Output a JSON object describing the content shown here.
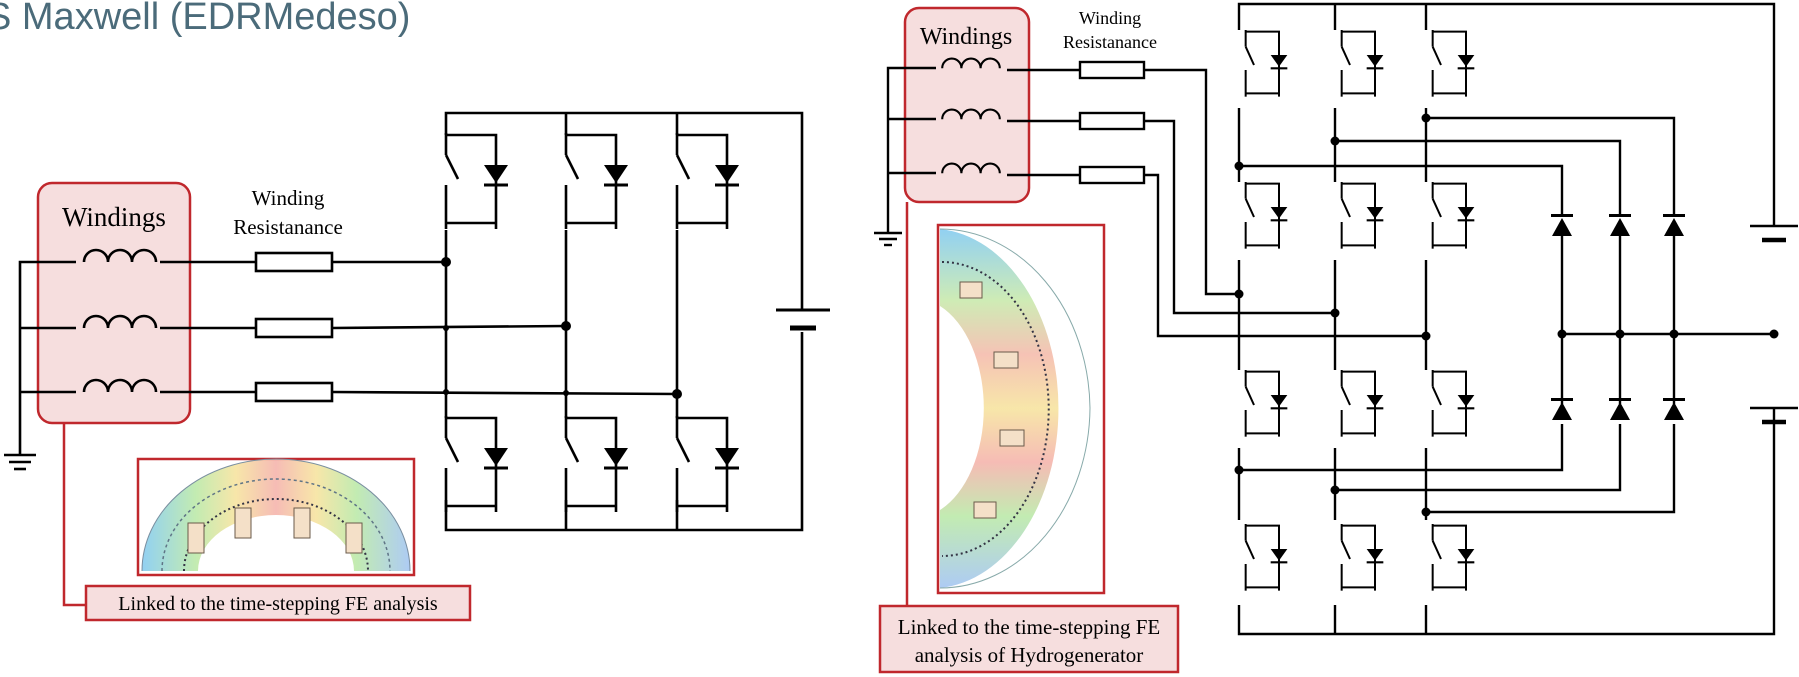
{
  "page": {
    "title": "S Maxwell (EDRMedeso)"
  },
  "colors": {
    "wire": "#000000",
    "highlight_border": "#c0282d",
    "highlight_fill": "#f6dede",
    "title": "#4b6b7a"
  },
  "left_circuit": {
    "windings_label": "Windings",
    "resistance_label_line1": "Winding",
    "resistance_label_line2": "Resistanance",
    "fe_caption": "Linked to the time-stepping FE analysis",
    "fe_image": "fe-mesh-arc-horizontal"
  },
  "right_circuit": {
    "windings_label": "Windings",
    "resistance_label_line1": "Winding",
    "resistance_label_line2": "Resistanance",
    "fe_caption_line1": "Linked to the time-stepping FE",
    "fe_caption_line2": "analysis of Hydrogenerator",
    "fe_image": "fe-mesh-arc-vertical"
  }
}
